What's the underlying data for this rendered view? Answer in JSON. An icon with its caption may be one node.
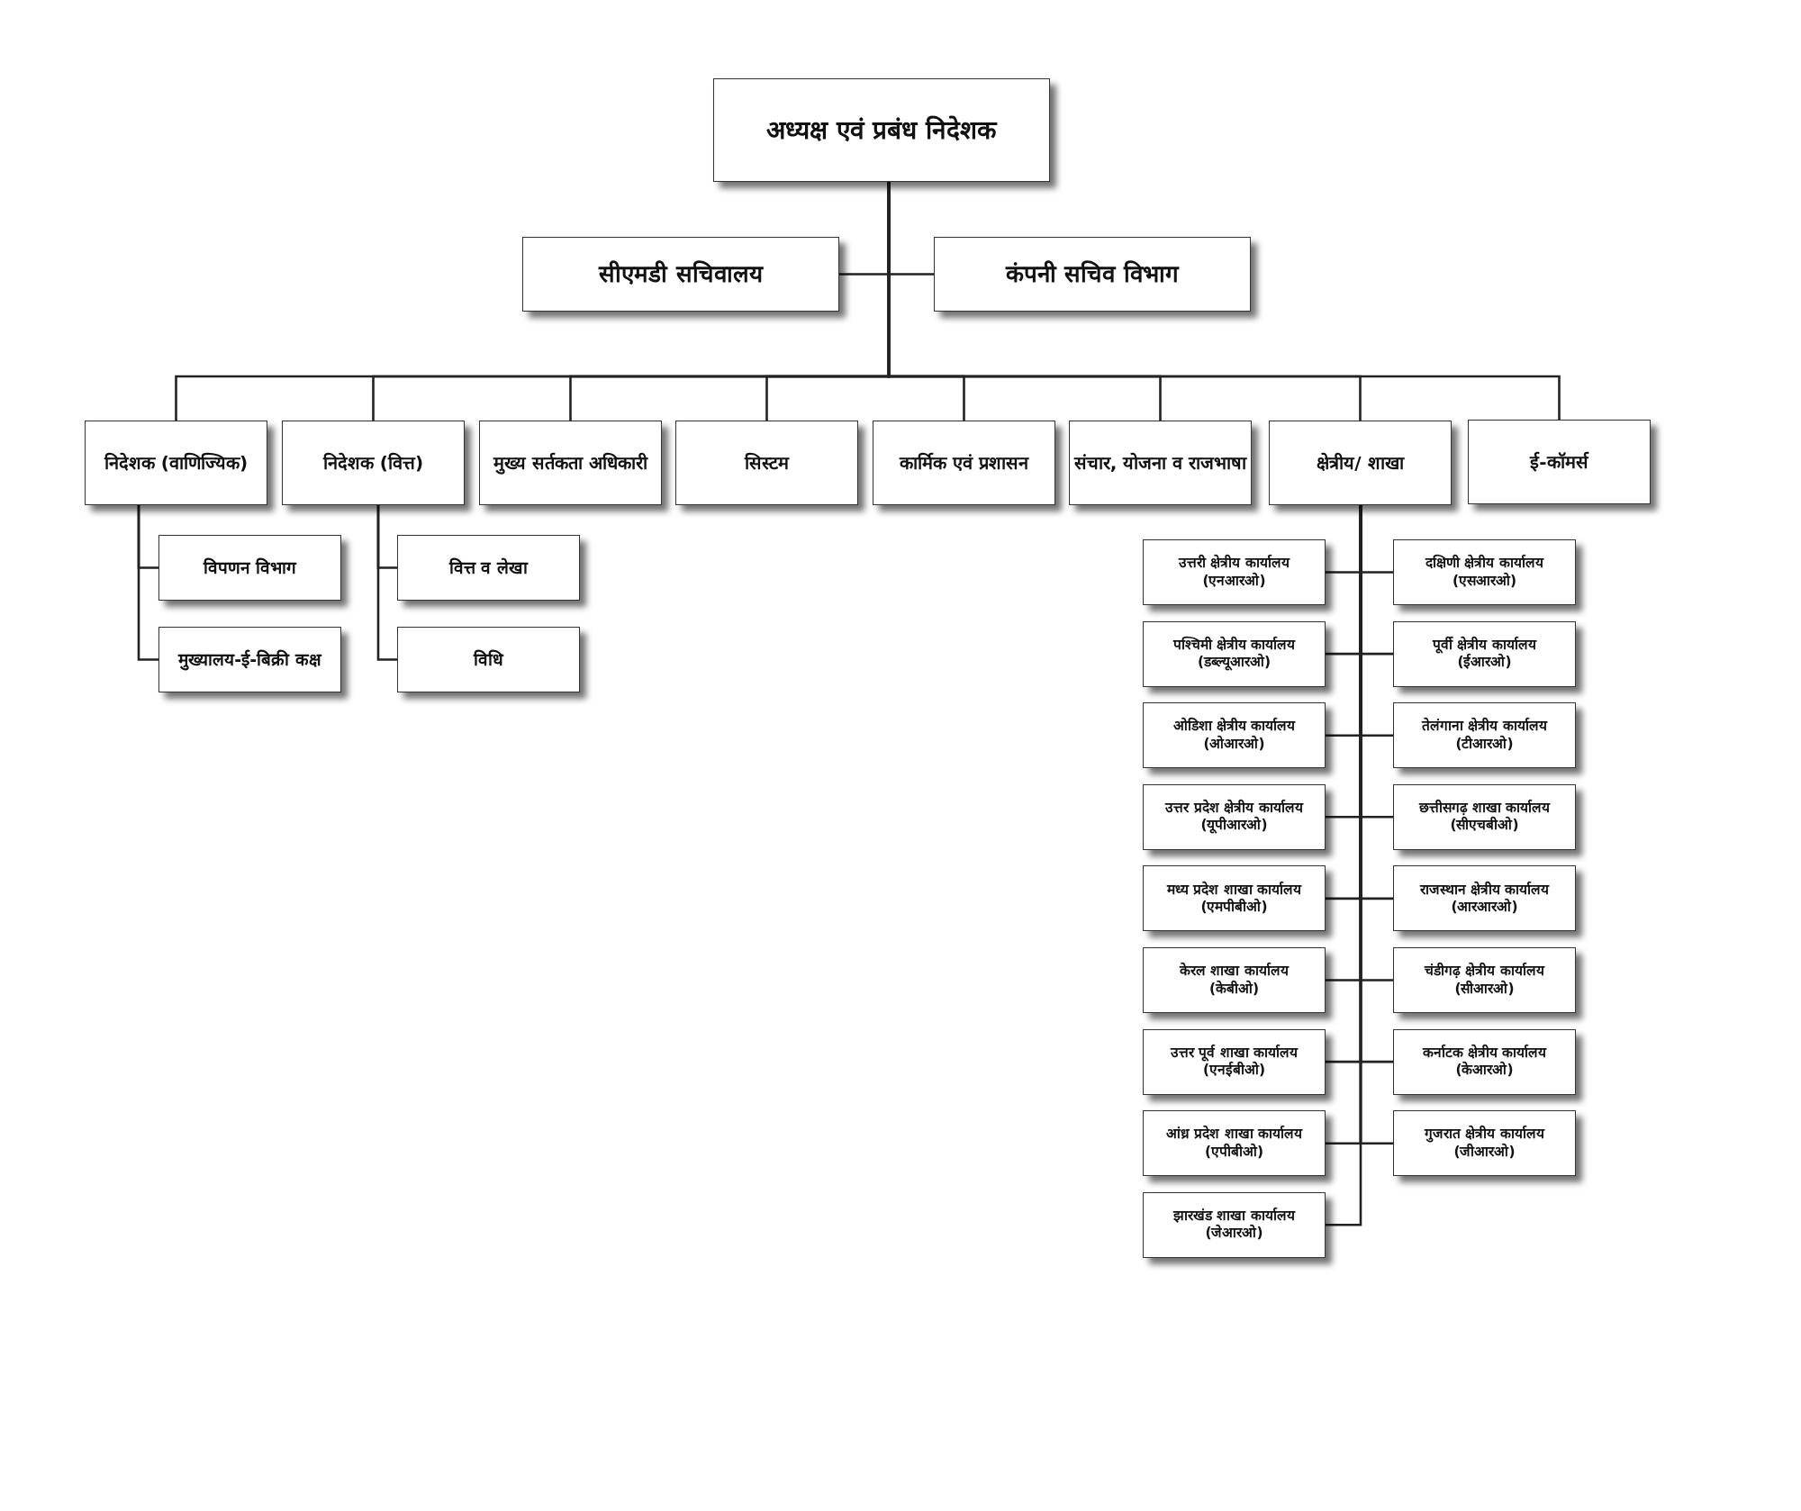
{
  "diagram": {
    "nodes": [
      {
        "text": [
          "अध्यक्ष एवं प्रबंध निदेशक"
        ]
      },
      {
        "text": [
          "सीएमडी सचिवालय"
        ]
      },
      {
        "text": [
          "कंपनी सचिव विभाग"
        ]
      },
      {
        "text": [
          "निदेशक (वाणिज्यिक)"
        ]
      },
      {
        "text": [
          "निदेशक (वित्त)"
        ]
      },
      {
        "text": [
          "मुख्य सर्तकता अधिकारी"
        ]
      },
      {
        "text": [
          "सिस्टम"
        ]
      },
      {
        "text": [
          "कार्मिक एवं प्रशासन"
        ]
      },
      {
        "text": [
          "संचार, योजना व राजभाषा"
        ]
      },
      {
        "text": [
          "क्षेत्रीय/ शाखा"
        ]
      },
      {
        "text": [
          "ई-कॉमर्स"
        ]
      },
      {
        "text": [
          "विपणन विभाग"
        ]
      },
      {
        "text": [
          "मुख्यालय-ई-बिक्री कक्ष"
        ]
      },
      {
        "text": [
          "वित्त व लेखा"
        ]
      },
      {
        "text": [
          "विधि"
        ]
      },
      {
        "text": [
          "उत्तरी क्षेत्रीय कार्यालय",
          "(एनआरओ)"
        ]
      },
      {
        "text": [
          "दक्षिणी क्षेत्रीय कार्यालय",
          "(एसआरओ)"
        ]
      },
      {
        "text": [
          "पश्चिमी क्षेत्रीय कार्यालय",
          "(डब्ल्यूआरओ)"
        ]
      },
      {
        "text": [
          "पूर्वी क्षेत्रीय कार्यालय",
          "(ईआरओ)"
        ]
      },
      {
        "text": [
          "ओडिशा क्षेत्रीय कार्यालय",
          "(ओआरओ)"
        ]
      },
      {
        "text": [
          "तेलंगाना क्षेत्रीय कार्यालय",
          "(टीआरओ)"
        ]
      },
      {
        "text": [
          "उत्तर प्रदेश क्षेत्रीय कार्यालय",
          "(यूपीआरओ)"
        ]
      },
      {
        "text": [
          "छत्तीसगढ़ शाखा कार्यालय",
          "(सीएचबीओ)"
        ]
      },
      {
        "text": [
          "मध्य प्रदेश  शाखा कार्यालय",
          "(एमपीबीओ)"
        ]
      },
      {
        "text": [
          "राजस्थान क्षेत्रीय कार्यालय",
          "(आरआरओ)"
        ]
      },
      {
        "text": [
          "केरल शाखा कार्यालय",
          "(केबीओ)"
        ]
      },
      {
        "text": [
          "चंडीगढ़ क्षेत्रीय कार्यालय",
          "(सीआरओ)"
        ]
      },
      {
        "text": [
          "उत्तर पूर्व शाखा कार्यालय",
          "(एनईबीओ)"
        ]
      },
      {
        "text": [
          "कर्नाटक क्षेत्रीय कार्यालय",
          "(केआरओ)"
        ]
      },
      {
        "text": [
          "आंध्र प्रदेश शाखा कार्यालय",
          "(एपीबीओ)"
        ]
      },
      {
        "text": [
          "गुजरात क्षेत्रीय कार्यालय",
          "(जीआरओ)"
        ]
      },
      {
        "text": [
          "झारखंड शाखा कार्यालय",
          "(जेआरओ)"
        ]
      }
    ],
    "edges": [
      {
        "from": 0,
        "to": 1,
        "arrow": "none"
      },
      {
        "from": 0,
        "to": 2,
        "arrow": "none"
      },
      {
        "from": 0,
        "to": 3,
        "arrow": "none"
      },
      {
        "from": 0,
        "to": 4,
        "arrow": "none"
      },
      {
        "from": 0,
        "to": 5,
        "arrow": "none"
      },
      {
        "from": 0,
        "to": 6,
        "arrow": "none"
      },
      {
        "from": 0,
        "to": 7,
        "arrow": "none"
      },
      {
        "from": 0,
        "to": 8,
        "arrow": "none"
      },
      {
        "from": 0,
        "to": 9,
        "arrow": "none"
      },
      {
        "from": 0,
        "to": 10,
        "arrow": "none"
      },
      {
        "from": 3,
        "to": 11,
        "arrow": "none"
      },
      {
        "from": 3,
        "to": 12,
        "arrow": "none"
      },
      {
        "from": 4,
        "to": 13,
        "arrow": "none"
      },
      {
        "from": 4,
        "to": 14,
        "arrow": "none"
      },
      {
        "from": 9,
        "to": 15,
        "arrow": "none"
      },
      {
        "from": 9,
        "to": 16,
        "arrow": "none"
      },
      {
        "from": 9,
        "to": 17,
        "arrow": "none"
      },
      {
        "from": 9,
        "to": 18,
        "arrow": "none"
      },
      {
        "from": 9,
        "to": 19,
        "arrow": "none"
      },
      {
        "from": 9,
        "to": 20,
        "arrow": "none"
      },
      {
        "from": 9,
        "to": 21,
        "arrow": "none"
      },
      {
        "from": 9,
        "to": 22,
        "arrow": "none"
      },
      {
        "from": 9,
        "to": 23,
        "arrow": "none"
      },
      {
        "from": 9,
        "to": 24,
        "arrow": "none"
      },
      {
        "from": 9,
        "to": 25,
        "arrow": "none"
      },
      {
        "from": 9,
        "to": 26,
        "arrow": "none"
      },
      {
        "from": 9,
        "to": 27,
        "arrow": "none"
      },
      {
        "from": 9,
        "to": 28,
        "arrow": "none"
      },
      {
        "from": 9,
        "to": 29,
        "arrow": "none"
      },
      {
        "from": 9,
        "to": 30,
        "arrow": "none"
      },
      {
        "from": 9,
        "to": 31,
        "arrow": "none"
      }
    ]
  }
}
